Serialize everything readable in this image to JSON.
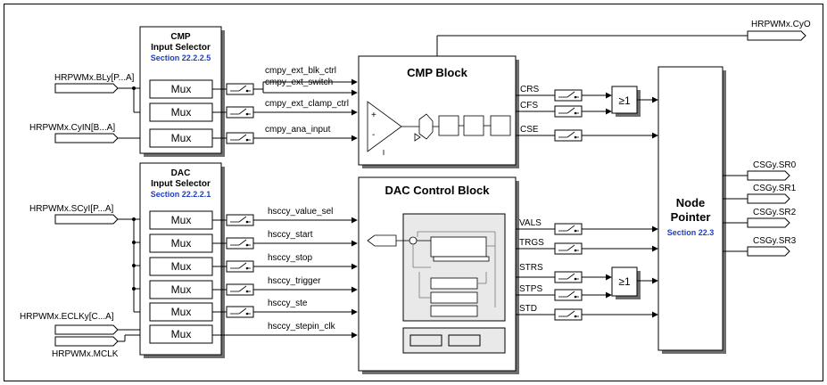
{
  "outputs": {
    "cyo": "HRPWMx.CyO",
    "sr0": "CSGy.SR0",
    "sr1": "CSGy.SR1",
    "sr2": "CSGy.SR2",
    "sr3": "CSGy.SR3"
  },
  "inputs": {
    "bly": "HRPWMx.BLy[P...A]",
    "cyin": "HRPWMx.CyIN[B...A]",
    "scyl": "HRPWMx.SCyI[P...A]",
    "eclky": "HRPWMx.ECLKy[C...A]",
    "mclk": "HRPWMx.MCLK"
  },
  "cmp_selector": {
    "title1": "CMP",
    "title2": "Input Selector",
    "section": "Section 22.2.2.5"
  },
  "dac_selector": {
    "title1": "DAC",
    "title2": "Input Selector",
    "section": "Section 22.2.2.1"
  },
  "mux_label": "Mux",
  "cmp_signals": [
    "cmpy_ext_blk_ctrl",
    "cmpy_ext_switch",
    "cmpy_ext_clamp_ctrl",
    "cmpy_ana_input"
  ],
  "dac_signals": [
    "hsccy_value_sel",
    "hsccy_start",
    "hsccy_stop",
    "hsccy_trigger",
    "hsccy_ste",
    "hsccy_stepin_clk"
  ],
  "cmp_block": {
    "title": "CMP Block",
    "plus": "+",
    "minus": "-"
  },
  "dac_block": {
    "title": "DAC Control Block"
  },
  "cmp_outputs": [
    "CRS",
    "CFS",
    "CSE"
  ],
  "dac_outputs": [
    "VALS",
    "TRGS",
    "STRS",
    "STPS",
    "STD"
  ],
  "or_gate": "≥1",
  "node_pointer": {
    "title1": "Node",
    "title2": "Pointer",
    "section": "Section 22.3"
  }
}
